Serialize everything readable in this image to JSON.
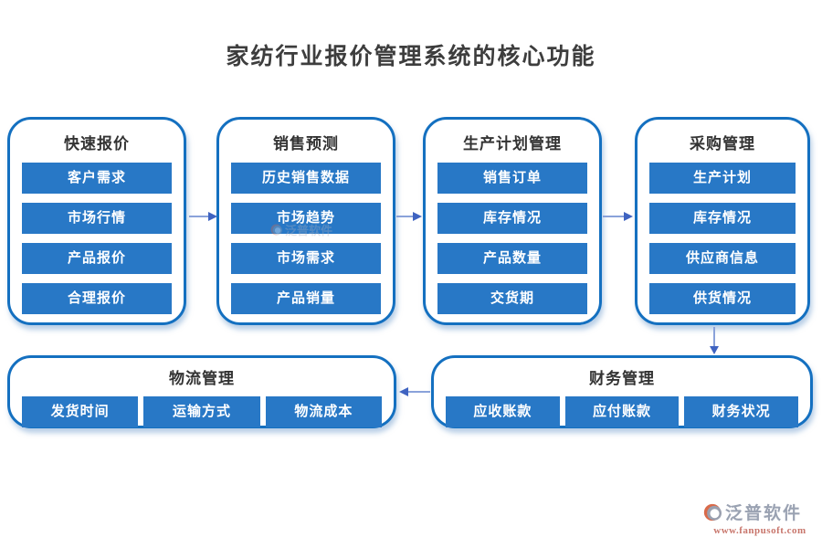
{
  "title": "家纺行业报价管理系统的核心功能",
  "colors": {
    "button_blue": "#2878c6",
    "border_blue": "#1470c0",
    "arrow_line_blue": "#8aa2da",
    "arrow_head_blue": "#3f63c1",
    "title_gray": "#3d3d3d",
    "logo_gray": "#9aa2b2",
    "logo_red": "#c8766c"
  },
  "groups": [
    {
      "title": "快速报价",
      "items": [
        "客户需求",
        "市场行情",
        "产品报价",
        "合理报价"
      ]
    },
    {
      "title": "销售预测",
      "items": [
        "历史销售数据",
        "市场趋势",
        "市场需求",
        "产品销量"
      ]
    },
    {
      "title": "生产计划管理",
      "items": [
        "销售订单",
        "库存情况",
        "产品数量",
        "交货期"
      ]
    },
    {
      "title": "采购管理",
      "items": [
        "生产计划",
        "库存情况",
        "供应商信息",
        "供货情况"
      ]
    }
  ],
  "bottom_groups": [
    {
      "title": "物流管理",
      "items": [
        "发货时间",
        "运输方式",
        "物流成本"
      ]
    },
    {
      "title": "财务管理",
      "items": [
        "应收账款",
        "应付账款",
        "财务状况"
      ]
    }
  ],
  "watermark": {
    "text": "泛普软件"
  },
  "logo": {
    "name": "泛普软件",
    "url": "www.fanpusoft.com"
  }
}
